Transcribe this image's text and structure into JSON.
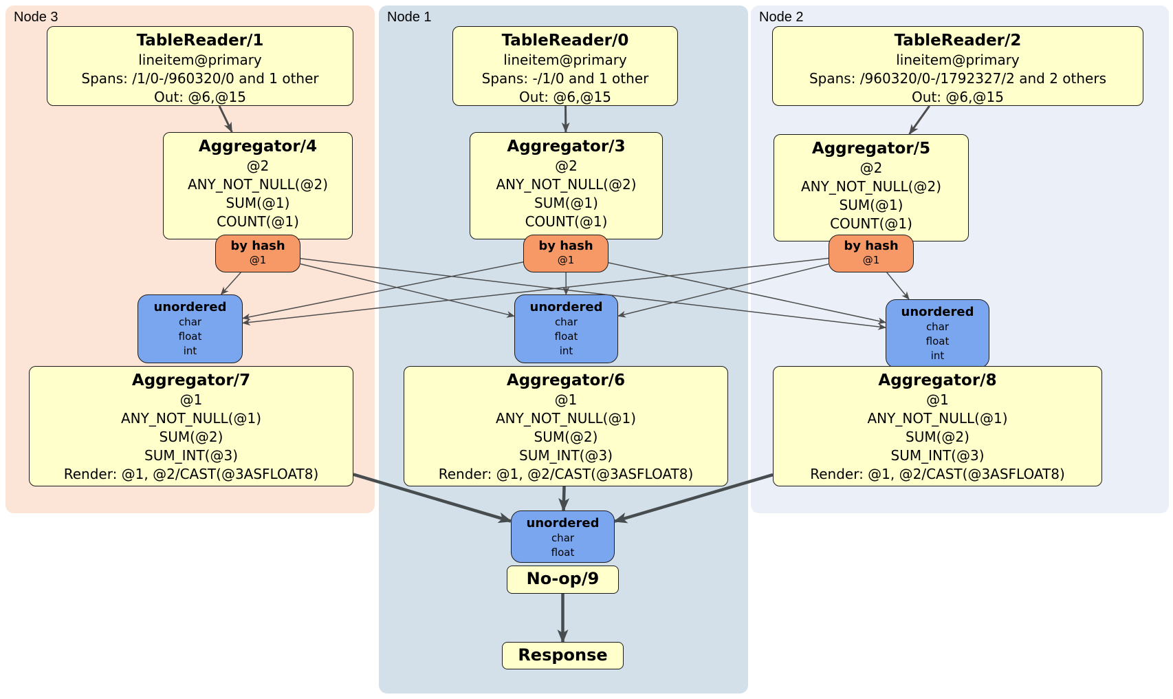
{
  "panels": [
    {
      "id": "node3",
      "label": "Node 3"
    },
    {
      "id": "node1",
      "label": "Node 1"
    },
    {
      "id": "node2",
      "label": "Node 2"
    }
  ],
  "boxes": {
    "tr1": {
      "title": "TableReader/1",
      "lines": [
        "lineitem@primary",
        "Spans: /1/0-/960320/0 and 1 other",
        "Out: @6,@15"
      ]
    },
    "tr0": {
      "title": "TableReader/0",
      "lines": [
        "lineitem@primary",
        "Spans: -/1/0 and 1 other",
        "Out: @6,@15"
      ]
    },
    "tr2": {
      "title": "TableReader/2",
      "lines": [
        "lineitem@primary",
        "Spans: /960320/0-/1792327/2 and 2 others",
        "Out: @6,@15"
      ]
    },
    "agg4": {
      "title": "Aggregator/4",
      "lines": [
        "@2",
        "ANY_NOT_NULL(@2)",
        "SUM(@1)",
        "COUNT(@1)"
      ]
    },
    "agg3": {
      "title": "Aggregator/3",
      "lines": [
        "@2",
        "ANY_NOT_NULL(@2)",
        "SUM(@1)",
        "COUNT(@1)"
      ]
    },
    "agg5": {
      "title": "Aggregator/5",
      "lines": [
        "@2",
        "ANY_NOT_NULL(@2)",
        "SUM(@1)",
        "COUNT(@1)"
      ]
    },
    "byhash4": {
      "title": "by hash",
      "lines": [
        "@1"
      ]
    },
    "byhash3": {
      "title": "by hash",
      "lines": [
        "@1"
      ]
    },
    "byhash5": {
      "title": "by hash",
      "lines": [
        "@1"
      ]
    },
    "un7": {
      "title": "unordered",
      "lines": [
        "char",
        "float",
        "int"
      ]
    },
    "un6": {
      "title": "unordered",
      "lines": [
        "char",
        "float",
        "int"
      ]
    },
    "un8": {
      "title": "unordered",
      "lines": [
        "char",
        "float",
        "int"
      ]
    },
    "agg7": {
      "title": "Aggregator/7",
      "lines": [
        "@1",
        "ANY_NOT_NULL(@1)",
        "SUM(@2)",
        "SUM_INT(@3)",
        "Render: @1, @2/CAST(@3ASFLOAT8)"
      ]
    },
    "agg6": {
      "title": "Aggregator/6",
      "lines": [
        "@1",
        "ANY_NOT_NULL(@1)",
        "SUM(@2)",
        "SUM_INT(@3)",
        "Render: @1, @2/CAST(@3ASFLOAT8)"
      ]
    },
    "agg8": {
      "title": "Aggregator/8",
      "lines": [
        "@1",
        "ANY_NOT_NULL(@1)",
        "SUM(@2)",
        "SUM_INT(@3)",
        "Render: @1, @2/CAST(@3ASFLOAT8)"
      ]
    },
    "un9": {
      "title": "unordered",
      "lines": [
        "char",
        "float"
      ]
    },
    "noop9": {
      "title": "No-op/9"
    },
    "response": {
      "title": "Response"
    }
  },
  "edges": [
    {
      "from": "box-tablereader-1",
      "to": "box-aggregator-4",
      "style": "medium"
    },
    {
      "from": "box-tablereader-0",
      "to": "box-aggregator-3",
      "style": "medium"
    },
    {
      "from": "box-tablereader-2",
      "to": "box-aggregator-5",
      "style": "medium"
    },
    {
      "from": "router-by-hash-4",
      "to": "sync-unordered-7",
      "style": "thin"
    },
    {
      "from": "router-by-hash-4",
      "to": "sync-unordered-6",
      "style": "thin"
    },
    {
      "from": "router-by-hash-4",
      "to": "sync-unordered-8",
      "style": "thin"
    },
    {
      "from": "router-by-hash-3",
      "to": "sync-unordered-7",
      "style": "thin"
    },
    {
      "from": "router-by-hash-3",
      "to": "sync-unordered-6",
      "style": "thin"
    },
    {
      "from": "router-by-hash-3",
      "to": "sync-unordered-8",
      "style": "thin"
    },
    {
      "from": "router-by-hash-5",
      "to": "sync-unordered-7",
      "style": "thin"
    },
    {
      "from": "router-by-hash-5",
      "to": "sync-unordered-6",
      "style": "thin"
    },
    {
      "from": "router-by-hash-5",
      "to": "sync-unordered-8",
      "style": "thin"
    },
    {
      "from": "box-aggregator-7",
      "to": "sync-unordered-9",
      "style": "thick"
    },
    {
      "from": "box-aggregator-6",
      "to": "sync-unordered-9",
      "style": "thick"
    },
    {
      "from": "box-aggregator-8",
      "to": "sync-unordered-9",
      "style": "thick"
    },
    {
      "from": "box-noop-9",
      "to": "box-response",
      "style": "thick"
    }
  ],
  "colors": {
    "panel_node3": "#fce4d6",
    "panel_node1": "#d3e0ea",
    "panel_node2": "#eaeff8",
    "box_fill": "#ffffcc",
    "router_fill": "#f79867",
    "sync_fill": "#7aa6f0",
    "edge_color": "#4d4d4d"
  }
}
